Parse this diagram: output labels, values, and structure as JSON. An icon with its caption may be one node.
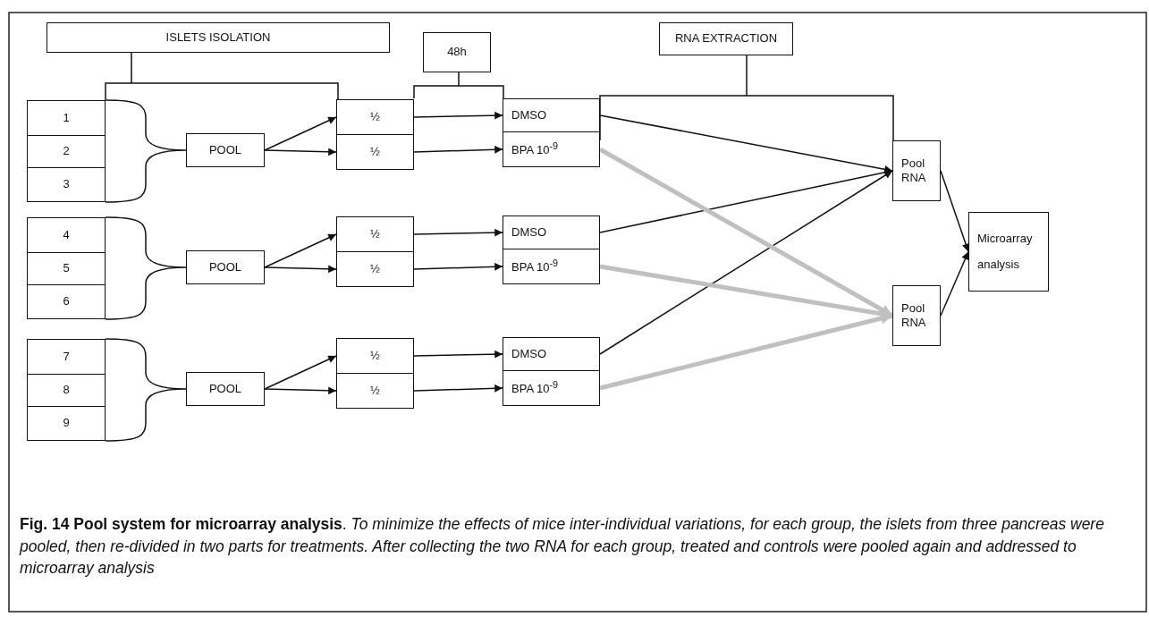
{
  "diagram": {
    "caption": "**Fig. 14 Pool system for microarray analysis**. *To minimize the effects of mice inter-individual variations, for each group, the islets from three pancreas were pooled, then re-divided in two parts for treatments. After collecting the two RNA for each group, treated and controls were pooled again and addressed to microarray analysis*",
    "nodes": [
      {
        "text": [
          "ISLETS ISOLATION"
        ]
      },
      {
        "text": [
          "48h"
        ]
      },
      {
        "text": [
          "RNA EXTRACTION"
        ]
      },
      {
        "text": [
          "1"
        ]
      },
      {
        "text": [
          "2"
        ]
      },
      {
        "text": [
          "3"
        ]
      },
      {
        "text": [
          "POOL"
        ]
      },
      {
        "text": [
          "½"
        ]
      },
      {
        "text": [
          "½"
        ]
      },
      {
        "text": [
          "DMSO"
        ]
      },
      {
        "text": [
          "BPA 10$^{-9}$"
        ]
      },
      {
        "text": [
          "4"
        ]
      },
      {
        "text": [
          "5"
        ]
      },
      {
        "text": [
          "6"
        ]
      },
      {
        "text": [
          "POOL"
        ]
      },
      {
        "text": [
          "½"
        ]
      },
      {
        "text": [
          "½"
        ]
      },
      {
        "text": [
          "DMSO"
        ]
      },
      {
        "text": [
          "BPA 10$^{-9}$"
        ]
      },
      {
        "text": [
          "7"
        ]
      },
      {
        "text": [
          "8"
        ]
      },
      {
        "text": [
          "9"
        ]
      },
      {
        "text": [
          "POOL"
        ]
      },
      {
        "text": [
          "½"
        ]
      },
      {
        "text": [
          "½"
        ]
      },
      {
        "text": [
          "DMSO"
        ]
      },
      {
        "text": [
          "BPA 10$^{-9}$"
        ]
      },
      {
        "text": [
          "Pool RNA"
        ]
      },
      {
        "text": [
          "Pool RNA"
        ]
      },
      {
        "text": [
          "Microarray analysis"
        ]
      }
    ],
    "edges": [
      {
        "from": 6,
        "to": 7,
        "arrow": "to"
      },
      {
        "from": 6,
        "to": 8,
        "arrow": "to"
      },
      {
        "from": 7,
        "to": 9,
        "arrow": "to"
      },
      {
        "from": 8,
        "to": 10,
        "arrow": "to"
      },
      {
        "from": 14,
        "to": 15,
        "arrow": "to"
      },
      {
        "from": 14,
        "to": 16,
        "arrow": "to"
      },
      {
        "from": 15,
        "to": 17,
        "arrow": "to"
      },
      {
        "from": 16,
        "to": 18,
        "arrow": "to"
      },
      {
        "from": 22,
        "to": 23,
        "arrow": "to"
      },
      {
        "from": 22,
        "to": 24,
        "arrow": "to"
      },
      {
        "from": 23,
        "to": 25,
        "arrow": "to"
      },
      {
        "from": 24,
        "to": 26,
        "arrow": "to"
      },
      {
        "from": 9,
        "to": 27,
        "arrow": "to"
      },
      {
        "from": 17,
        "to": 27,
        "arrow": "to"
      },
      {
        "from": 25,
        "to": 27,
        "arrow": "to"
      },
      {
        "from": 10,
        "to": 28,
        "arrow": "to",
        "style": "thick",
        "color": "#c0c0c0"
      },
      {
        "from": 18,
        "to": 28,
        "arrow": "to",
        "style": "thick",
        "color": "#c0c0c0"
      },
      {
        "from": 26,
        "to": 28,
        "arrow": "to",
        "style": "thick",
        "color": "#c0c0c0"
      },
      {
        "from": 27,
        "to": 29,
        "arrow": "to"
      },
      {
        "from": 28,
        "to": 29,
        "arrow": "to"
      }
    ]
  }
}
